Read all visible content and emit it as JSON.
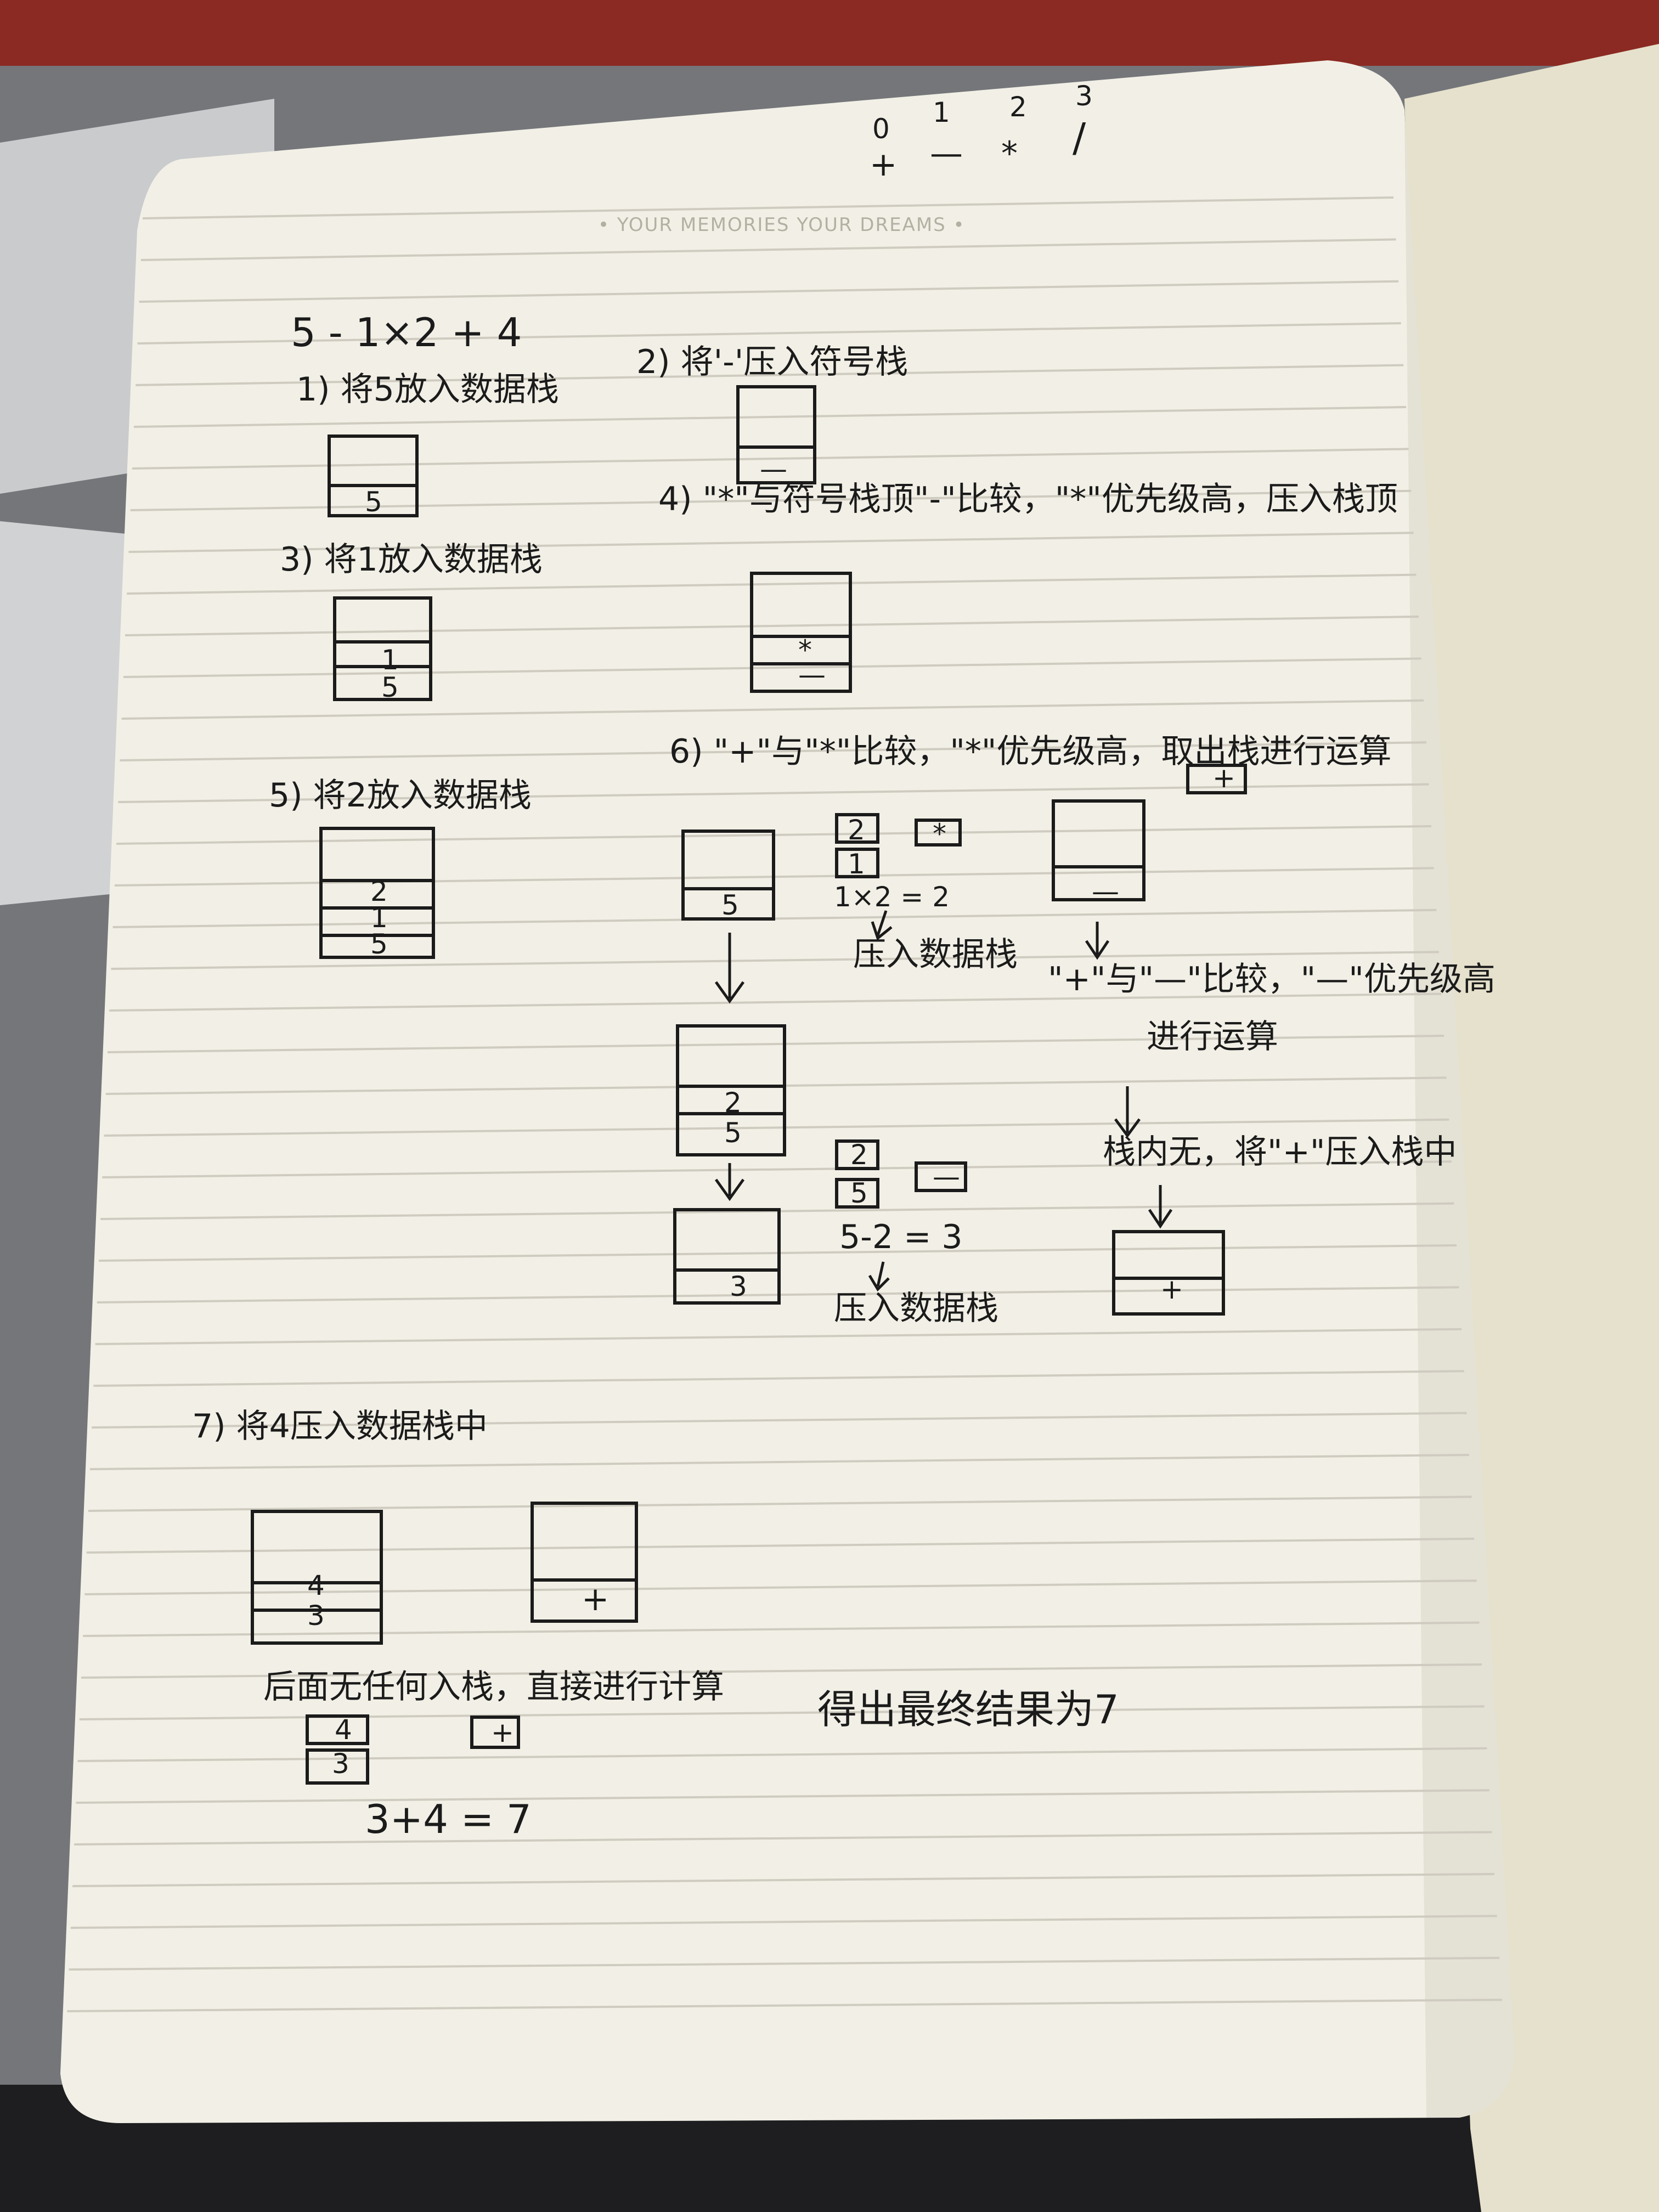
{
  "notebook": {
    "brand": "• YOUR MEMORIES YOUR DREAMS •",
    "colors": {
      "paper": "#f2f0e6",
      "ink": "#1b1b1b",
      "rule": "#cfcbc0",
      "desk": "#6f7073"
    }
  },
  "header_table": {
    "indices": [
      "0",
      "1",
      "2",
      "3"
    ],
    "ops": [
      "+",
      "—",
      "*",
      "/"
    ]
  },
  "expression": "5 - 1×2 + 4",
  "steps": {
    "s1": "1) 将5放入数据栈",
    "s2": "2) 将'-'压入符号栈",
    "s3": "3) 将1放入数据栈",
    "s4": "4) \"*\"与符号栈顶\"-\"比较，\"*\"优先级高，压入栈顶",
    "s5": "5) 将2放入数据栈",
    "s6": "6) \"+\"与\"*\"比较，\"*\"优先级高，取出栈进行运算",
    "s7": "7) 将4压入数据栈中"
  },
  "stacks": {
    "s1": [
      "5"
    ],
    "s2": [
      "—"
    ],
    "s3": [
      "1",
      "5"
    ],
    "s4": [
      "*",
      "—"
    ],
    "s5": [
      "2",
      "1",
      "5"
    ],
    "s6a": [
      "5"
    ],
    "s6b": [
      "2",
      "5"
    ],
    "s6c": [
      "3"
    ],
    "s6d": [
      "—"
    ],
    "s6e": [
      "+"
    ],
    "s7a": [
      "4",
      "3"
    ],
    "s7b": [
      "+"
    ]
  },
  "boxes": {
    "op_plus_top": "+",
    "calc1_a": "2",
    "calc1_b": "1",
    "calc1_op": "*",
    "calc2_a": "2",
    "calc2_b": "5",
    "calc2_op": "—",
    "calc3_a": "4",
    "calc3_b": "3",
    "calc3_op": "+"
  },
  "notes": {
    "calc1": "1×2 = 2",
    "push1": "压入数据栈",
    "calc2": "5-2 = 3",
    "push2": "压入数据栈",
    "cmp": "\"+\"与\"—\"比较，\"—\"优先级高",
    "cmp2": "进行运算",
    "empty": "栈内无，将\"+\"压入栈中",
    "final_note": "后面无任何入栈，直接进行计算",
    "calc3": "3+4 = 7",
    "result": "得出最终结果为7"
  }
}
